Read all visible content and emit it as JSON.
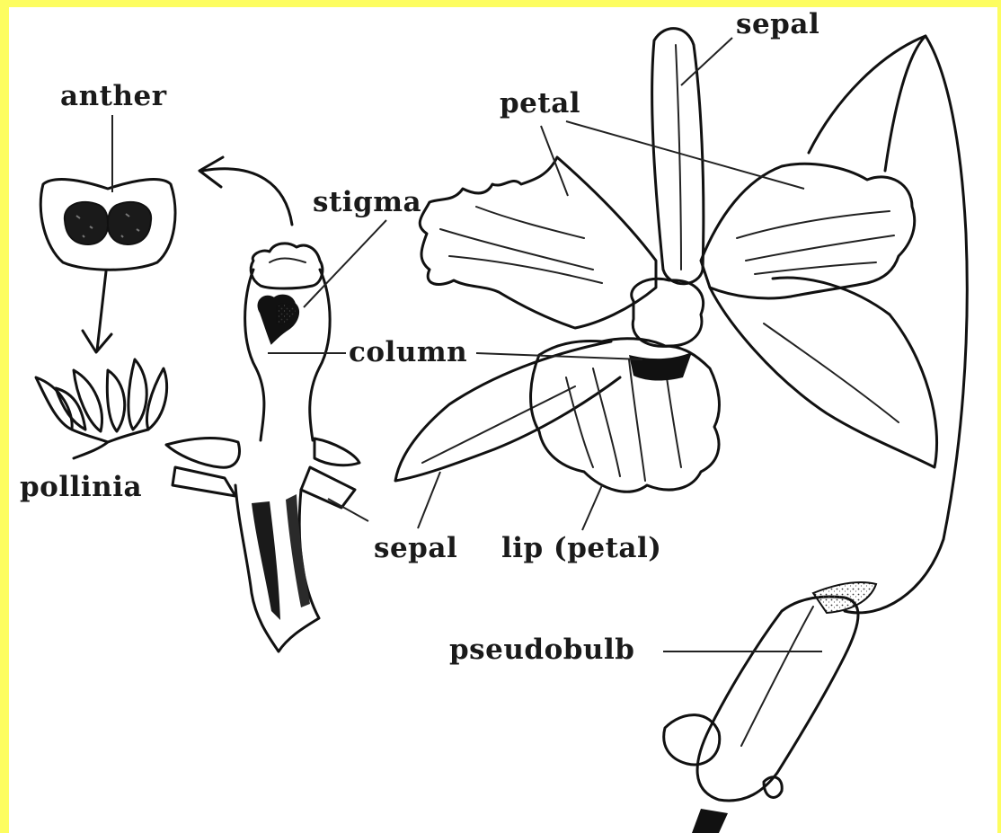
{
  "diagram": {
    "labels": {
      "anther": "anther",
      "stigma": "stigma",
      "column": "column",
      "pollinia": "pollinia",
      "sepal_bottom": "sepal",
      "lip": "lip (petal)",
      "sepal_top": "sepal",
      "petal": "petal",
      "pseudobulb": "pseudobulb"
    },
    "colors": {
      "border": "#fdfd60",
      "background": "#ffffff",
      "ink": "#111111"
    }
  }
}
